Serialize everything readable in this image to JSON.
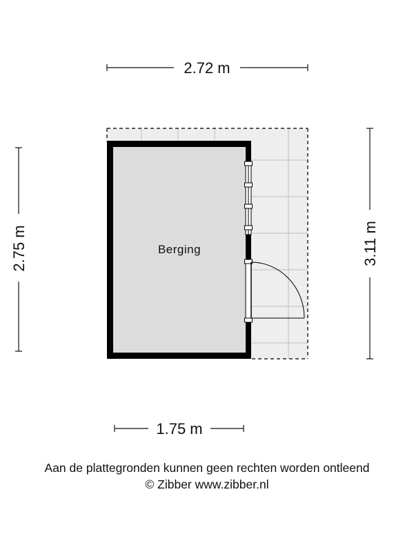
{
  "floorplan": {
    "room_name": "Berging",
    "dimensions": {
      "top_width": "2.72 m",
      "left_height": "2.75 m",
      "right_height": "3.11 m",
      "bottom_width": "1.75 m"
    }
  },
  "footer": {
    "disclaimer": "Aan de plattegronden kunnen geen rechten worden ontleend",
    "credit": "© Zibber www.zibber.nl"
  },
  "colors": {
    "wall": "#000000",
    "room_fill": "#dcdcdc",
    "terrace_fill": "#eeeeee",
    "grid_line": "#bdbdbd",
    "dim_line": "#111111"
  }
}
